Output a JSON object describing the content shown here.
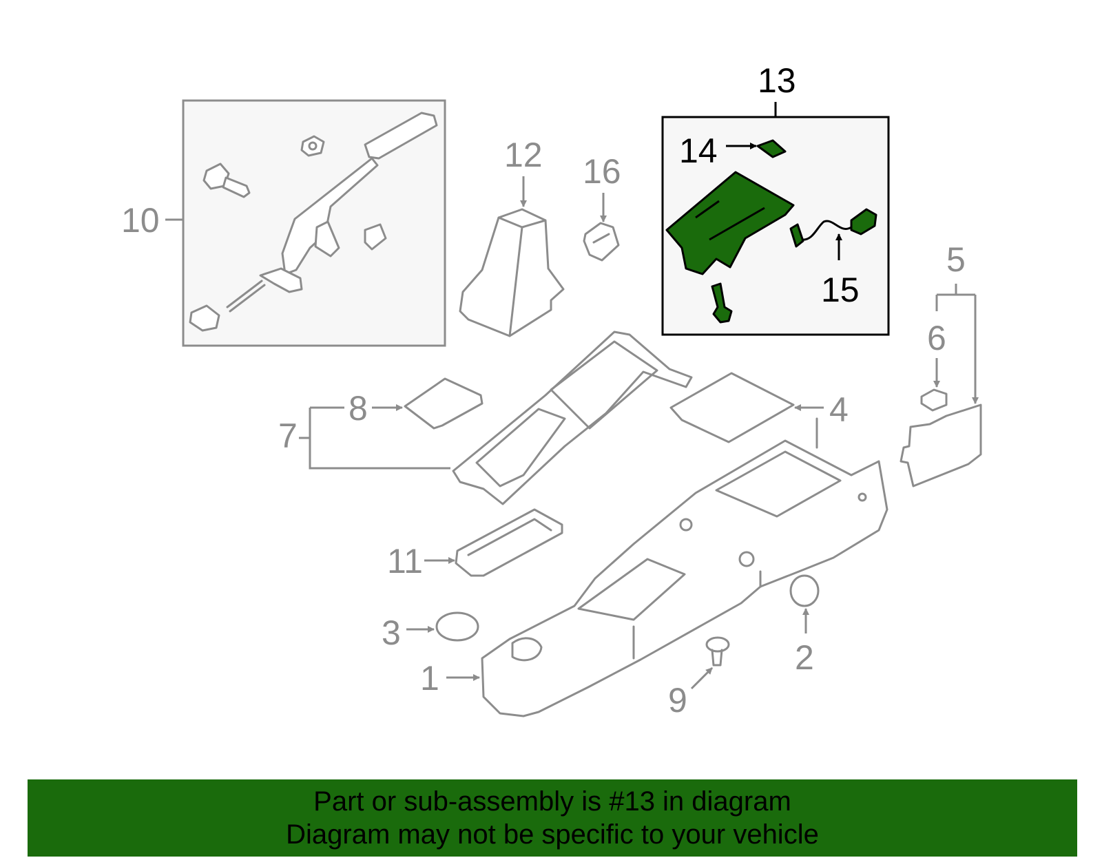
{
  "callouts": {
    "c1": "1",
    "c2": "2",
    "c3": "3",
    "c4": "4",
    "c5": "5",
    "c6": "6",
    "c7": "7",
    "c8": "8",
    "c9": "9",
    "c10": "10",
    "c11": "11",
    "c12": "12",
    "c13": "13",
    "c14": "14",
    "c15": "15",
    "c16": "16"
  },
  "highlight_part": "13",
  "colors": {
    "highlight": "#1a6b0c",
    "part_line": "#8c8c8c",
    "banner": "#1a6b0c"
  },
  "banner": {
    "line1": "Part or sub-assembly is #13 in diagram",
    "line2": "Diagram may not be specific to your vehicle"
  }
}
